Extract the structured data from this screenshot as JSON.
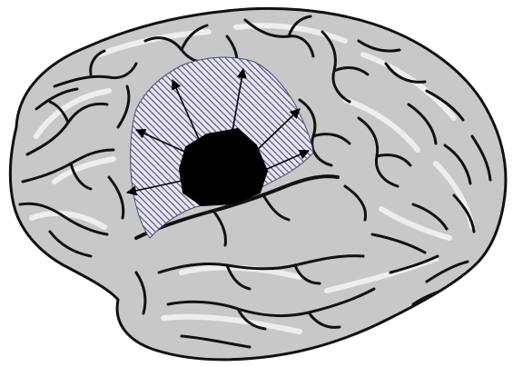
{
  "colors": {
    "background": "#ffffff",
    "brain_fill": "#c8c8c8",
    "brain_highlight": "#f2f2f2",
    "sulcus": "#111111",
    "outline": "#111111",
    "region_hatch_fill": "#e6e6f2",
    "region_hatch_line": "#4a4a7a",
    "core": "#000000",
    "arrow": "#000000"
  },
  "figure": {
    "subject": "brain-lateral-view",
    "highlighted_region": "hatched-region",
    "core": "core-lesion",
    "arrow_count": 6
  }
}
